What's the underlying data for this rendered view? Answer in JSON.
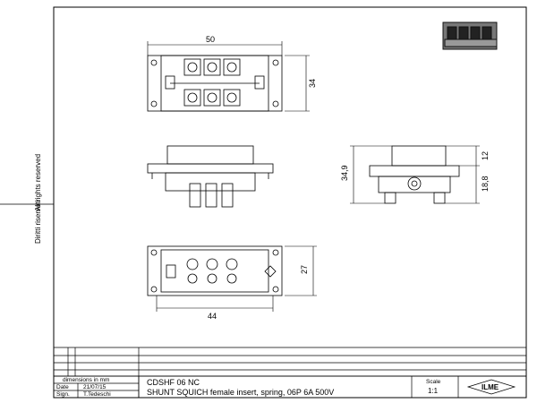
{
  "side_notes": {
    "rights_reserved": "All rights reserved",
    "diritti_riservati": "Diritti riservati"
  },
  "dimensions": {
    "top_width": "50",
    "top_height": "34",
    "side_height": "34,9",
    "side_upper": "12",
    "side_lower": "18,8",
    "bottom_width": "44",
    "bottom_height": "27"
  },
  "title_block": {
    "units_note": "dimensions in mm",
    "date_label": "Date",
    "date_value": "21/07/15",
    "sign_label": "Sign.",
    "sign_value": "T.Tedeschi",
    "part_code": "CDSHF 06 NC",
    "description": "SHUNT SQUICH female insert, spring, 06P 6A 500V",
    "scale_label": "Scale",
    "scale_value": "1:1",
    "logo_text": "ILME"
  }
}
